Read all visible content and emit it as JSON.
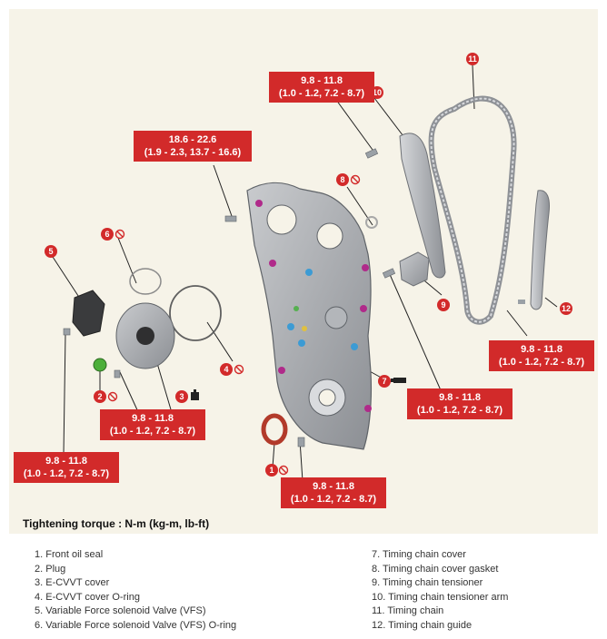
{
  "torque_caption": "Tightening torque : N-m (kg-m, lb-ft)",
  "torque_labels": {
    "top_center": {
      "line1": "9.8 - 11.8",
      "line2": "(1.0 - 1.2, 7.2 - 8.7)"
    },
    "upper_left": {
      "line1": "18.6 - 22.6",
      "line2": "(1.9 - 2.3, 13.7 - 16.6)"
    },
    "right": {
      "line1": "9.8 - 11.8",
      "line2": "(1.0 - 1.2, 7.2 - 8.7)"
    },
    "center_right": {
      "line1": "9.8 - 11.8",
      "line2": "(1.0 - 1.2, 7.2 - 8.7)"
    },
    "center_left": {
      "line1": "9.8 - 11.8",
      "line2": "(1.0 - 1.2, 7.2 - 8.7)"
    },
    "lower_left": {
      "line1": "9.8 - 11.8",
      "line2": "(1.0 - 1.2, 7.2 - 8.7)"
    },
    "bottom_center": {
      "line1": "9.8 - 11.8",
      "line2": "(1.0 - 1.2, 7.2 - 8.7)"
    }
  },
  "callouts": [
    "1",
    "2",
    "3",
    "4",
    "5",
    "6",
    "7",
    "8",
    "9",
    "10",
    "11",
    "12"
  ],
  "legend_left": [
    "1. Front oil seal",
    "2. Plug",
    "3. E-CVVT cover",
    "4. E-CVVT cover O-ring",
    "5. Variable Force solenoid Valve (VFS)",
    "6. Variable Force solenoid Valve (VFS) O-ring"
  ],
  "legend_right": [
    "7. Timing chain cover",
    "8. Timing chain cover gasket",
    "9. Timing chain tensioner",
    "10. Timing chain tensioner arm",
    "11. Timing chain",
    "12. Timing chain guide"
  ],
  "colors": {
    "label_red": "#d22a2a",
    "background": "#f6f3e8",
    "part_gray": "#a9acb0"
  },
  "icons": [
    "no-reuse-icon",
    "sealant-icon"
  ]
}
